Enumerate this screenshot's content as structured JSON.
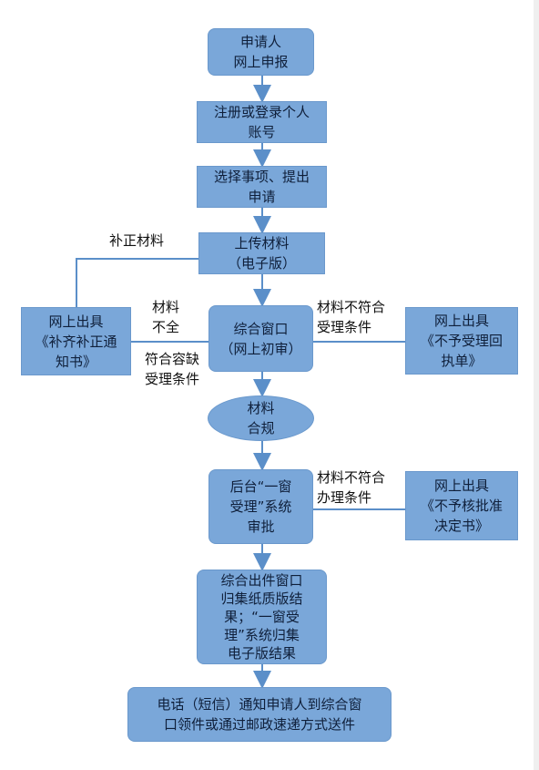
{
  "nodes": {
    "apply": "申请人\n网上申报",
    "register": "注册或登录个人\n账号",
    "select": "选择事项、提出\n申请",
    "upload": "上传材料\n（电子版）",
    "window": "综合窗口\n（网上初审）",
    "supplement": "网上出具\n《补齐补正通\n知书》",
    "reject_accept": "网上出具\n《不予受理回\n执单》",
    "compliant": "材料\n合规",
    "backend": "后台“一窗\n受理”系统\n审批",
    "reject_approve": "网上出具\n《不予核批准\n决定书》",
    "collect": "综合出件窗口\n归集纸质版结\n果；“一窗受\n理”系统归集\n电子版结果",
    "notify": "电话（短信）通知申请人到综合窗\n口领件或通过邮政速递方式送件"
  },
  "labels": {
    "supplement_material": "补正材料",
    "incomplete": "材料\n不全",
    "tolerance": "符合容缺\n受理条件",
    "not_meet_accept": "材料不符合\n受理条件",
    "not_meet_handle": "材料不符合\n办理条件"
  },
  "colors": {
    "box_fill": "#7aa7d9",
    "arrow": "#5b8fc9"
  }
}
